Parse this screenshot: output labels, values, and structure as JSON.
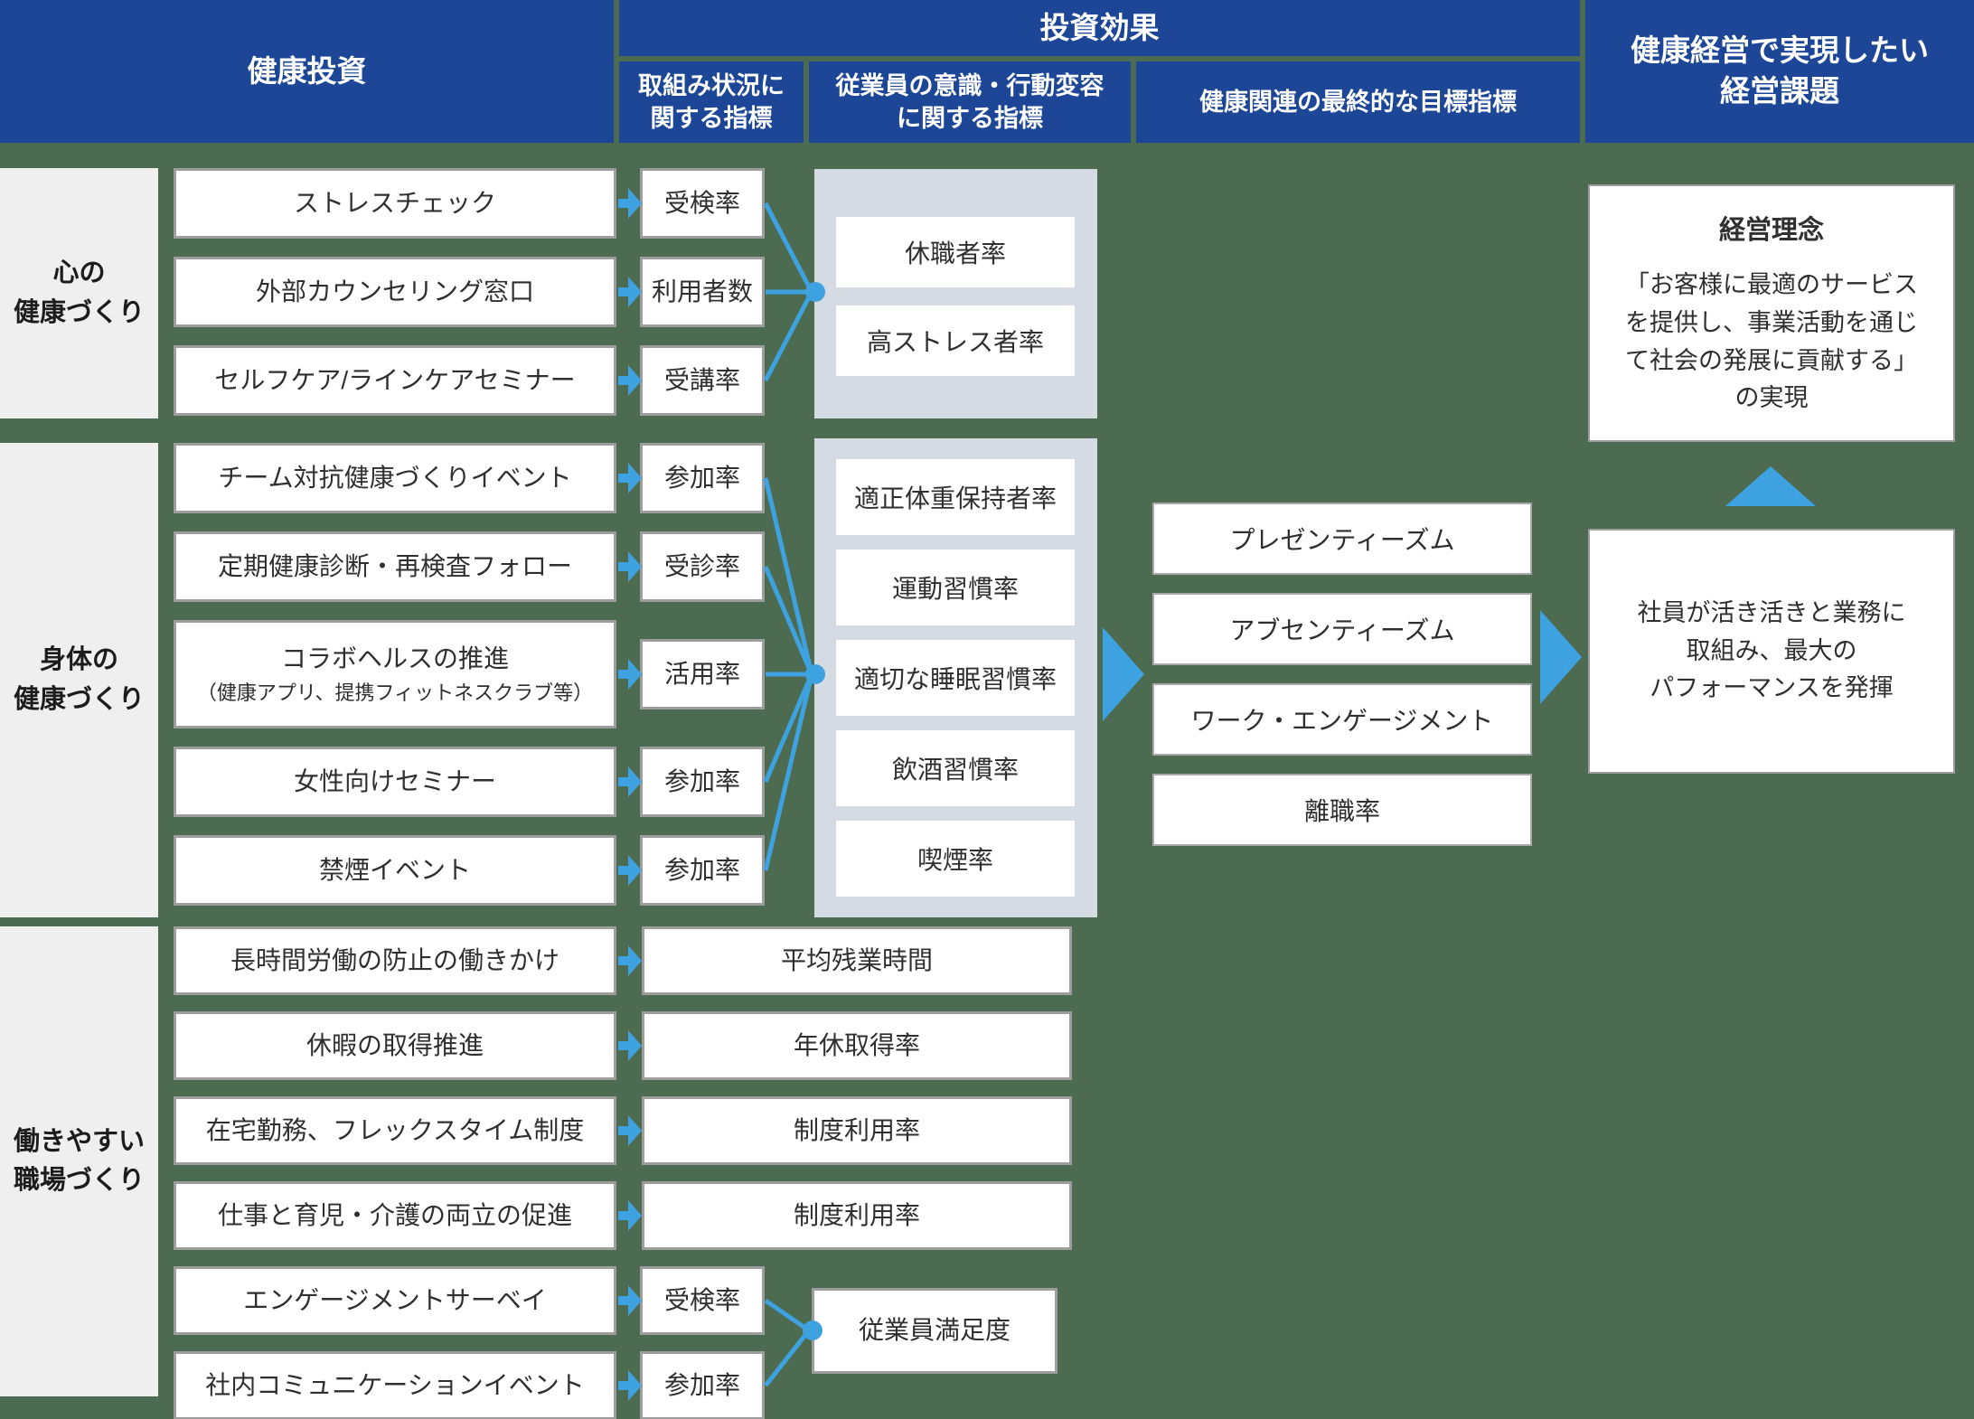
{
  "header": {
    "investment": "健康投資",
    "effect": "投資効果",
    "metrics_activity": "取組み状況に\n関する指標",
    "metrics_behavior": "従業員の意識・行動変容\nに関する指標",
    "metrics_goal": "健康関連の最終的な目標指標",
    "management_issues": "健康経営で実現したい\n経営課題"
  },
  "sections": [
    {
      "label": "心の\n健康づくり",
      "rows": [
        {
          "item": "ストレスチェック",
          "metric": "受検率"
        },
        {
          "item": "外部カウンセリング窓口",
          "metric": "利用者数"
        },
        {
          "item": "セルフケア/ラインケアセミナー",
          "metric": "受講率"
        }
      ],
      "outcomes": [
        "休職者率",
        "高ストレス者率"
      ]
    },
    {
      "label": "身体の\n健康づくり",
      "rows": [
        {
          "item": "チーム対抗健康づくりイベント",
          "metric": "参加率"
        },
        {
          "item": "定期健康診断・再検査フォロー",
          "metric": "受診率"
        },
        {
          "item": "コラボヘルスの推進",
          "sub": "（健康アプリ、提携フィットネスクラブ等）",
          "metric": "活用率"
        },
        {
          "item": "女性向けセミナー",
          "metric": "参加率"
        },
        {
          "item": "禁煙イベント",
          "metric": "参加率"
        }
      ],
      "outcomes": [
        "適正体重保持者率",
        "運動習慣率",
        "適切な睡眠習慣率",
        "飲酒習慣率",
        "喫煙率"
      ]
    },
    {
      "label": "働きやすい\n職場づくり",
      "rows": [
        {
          "item": "長時間労働の防止の働きかけ",
          "metric": "平均残業時間"
        },
        {
          "item": "休暇の取得推進",
          "metric": "年休取得率"
        },
        {
          "item": "在宅勤務、フレックスタイム制度",
          "metric": "制度利用率"
        },
        {
          "item": "仕事と育児・介護の両立の促進",
          "metric": "制度利用率"
        },
        {
          "item": "エンゲージメントサーベイ",
          "metric": "受検率"
        },
        {
          "item": "社内コミュニケーションイベント",
          "metric": "参加率"
        }
      ],
      "outcomes": [
        "従業員満足度"
      ]
    }
  ],
  "goals": [
    "プレゼンティーズム",
    "アブセンティーズム",
    "ワーク・エンゲージメント",
    "離職率"
  ],
  "management": {
    "philosophy_title": "経営理念",
    "philosophy_body": "「お客様に最適のサービス\nを提供し、事業活動を通じ\nて社会の発展に貢献する」\nの実現",
    "performance": "社員が活き活きと業務に\n取組み、最大の\nパフォーマンスを発揮"
  },
  "colors": {
    "header_blue": "#1d4796",
    "background_green": "#4c6b51",
    "accent_blue": "#3fa2e0",
    "panel_gray": "#d5dbe3",
    "label_gray": "#efefef"
  }
}
